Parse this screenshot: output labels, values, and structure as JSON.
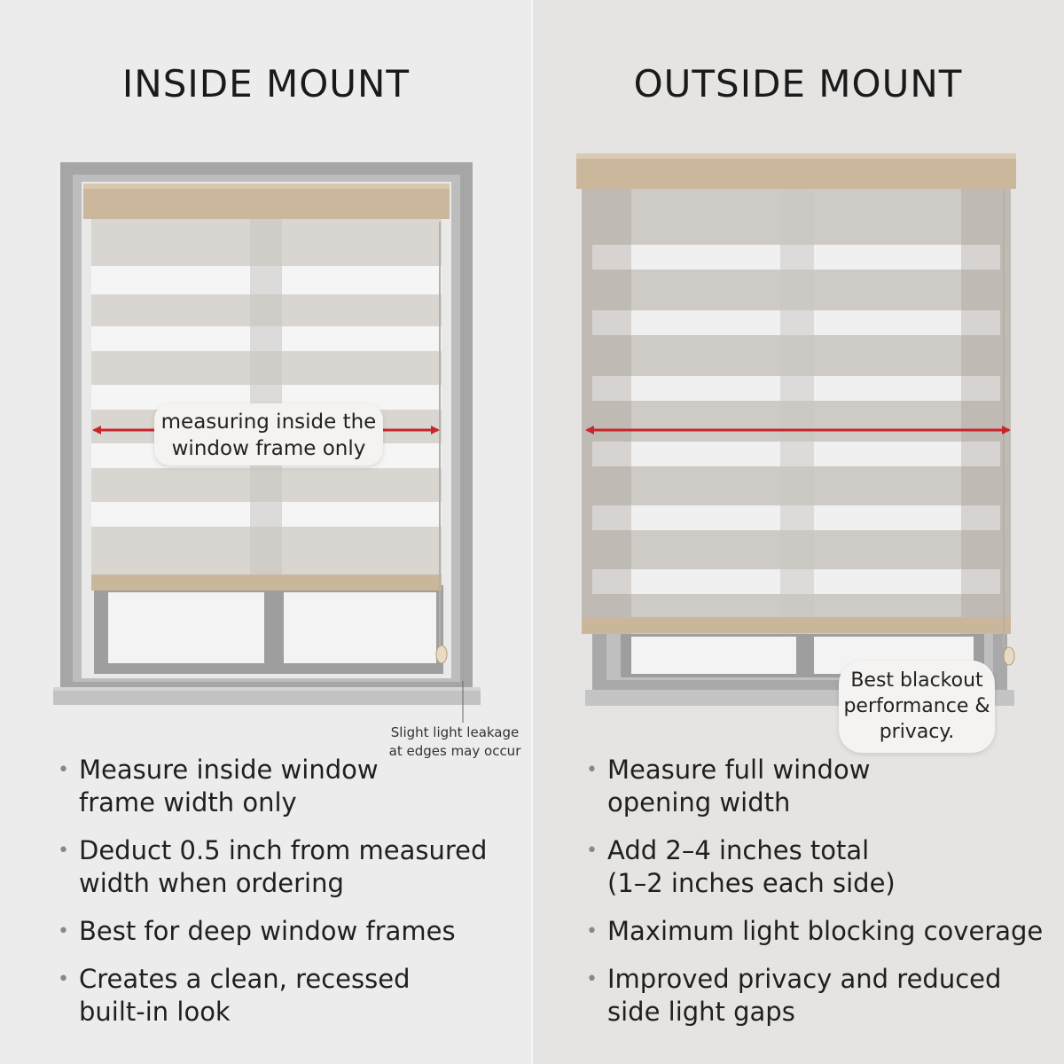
{
  "inside": {
    "title": "INSIDE MOUNT",
    "callout": [
      "measuring inside the",
      "window frame only"
    ],
    "note": [
      "Slight light leakage",
      "at edges may occur"
    ],
    "bullets": [
      [
        "Measure inside window",
        "frame width only"
      ],
      [
        "Deduct 0.5 inch from measured",
        "width when ordering"
      ],
      [
        "Best for deep window frames"
      ],
      [
        "Creates a clean, recessed",
        "built-in look"
      ]
    ]
  },
  "outside": {
    "title": "OUTSIDE MOUNT",
    "callout": [
      "Best blackout",
      "performance &",
      "privacy."
    ],
    "bullets": [
      [
        "Measure full window",
        "opening width"
      ],
      [
        "Add 2–4 inches total",
        "(1–2 inches each side)"
      ],
      [
        "Maximum light blocking coverage"
      ],
      [
        "Improved privacy and reduced",
        "side light gaps"
      ]
    ]
  },
  "colors": {
    "frame": "#9c9c9c",
    "frame_inner": "#c4c4c4",
    "cassette": "#cbb79c",
    "fabric": "#d8d4d0",
    "sheer": "#f4f4f4",
    "arrow": "#c8262a"
  },
  "icons": {
    "bullet": "•"
  }
}
